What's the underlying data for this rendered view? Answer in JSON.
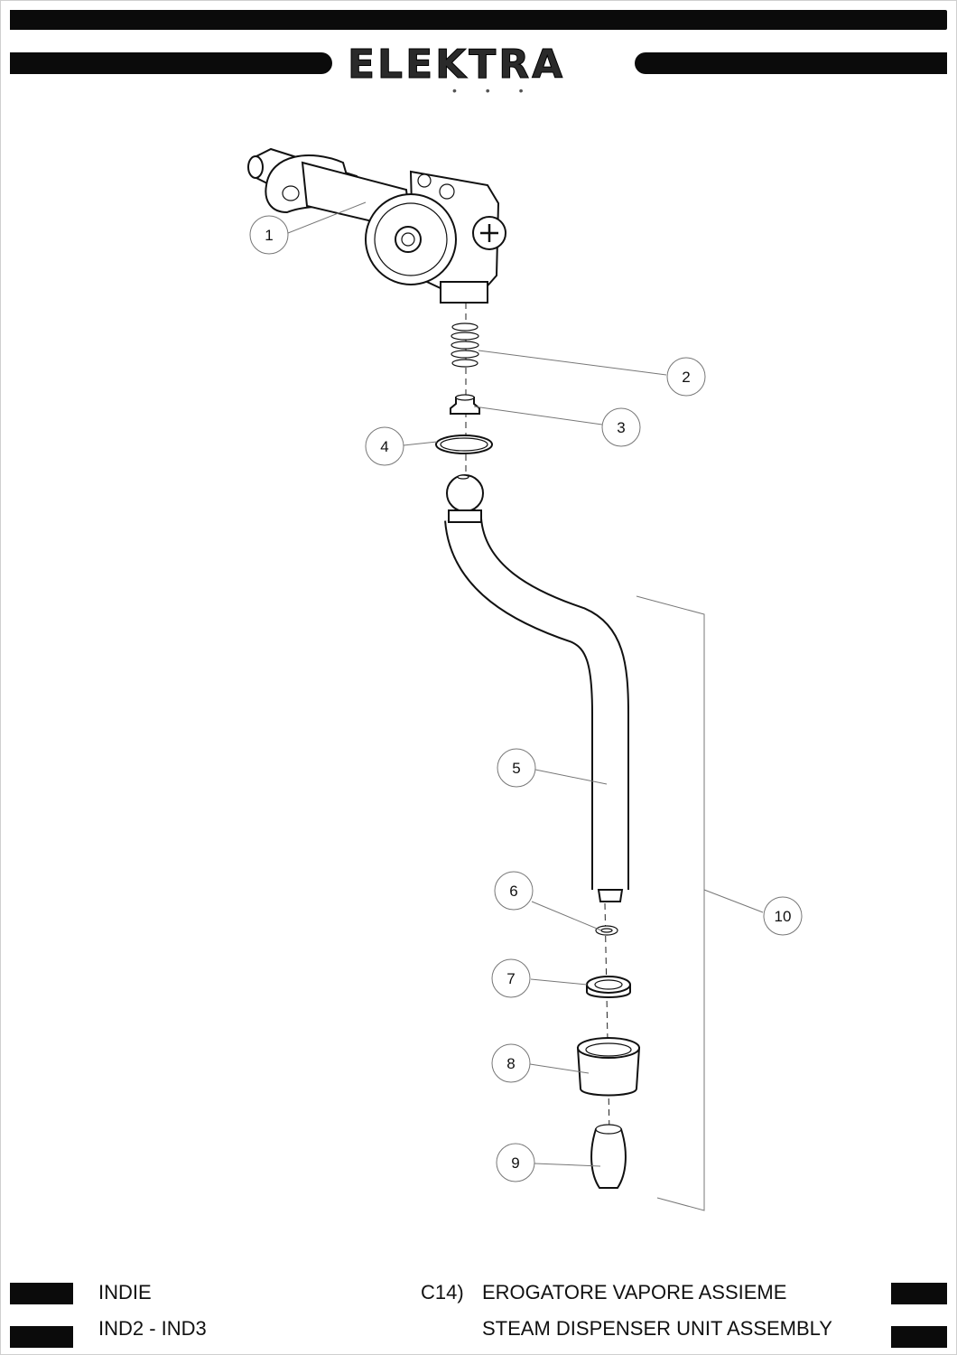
{
  "brand": {
    "name": "ELEKTRA",
    "dots": "• • •"
  },
  "callouts": [
    "1",
    "2",
    "3",
    "4",
    "5",
    "6",
    "7",
    "8",
    "9",
    "10"
  ],
  "footer": {
    "model": "INDIE",
    "variants": "IND2 - IND3",
    "code": "C14)",
    "title_it": "EROGATORE VAPORE ASSIEME",
    "title_en": "STEAM DISPENSER UNIT ASSEMBLY"
  }
}
